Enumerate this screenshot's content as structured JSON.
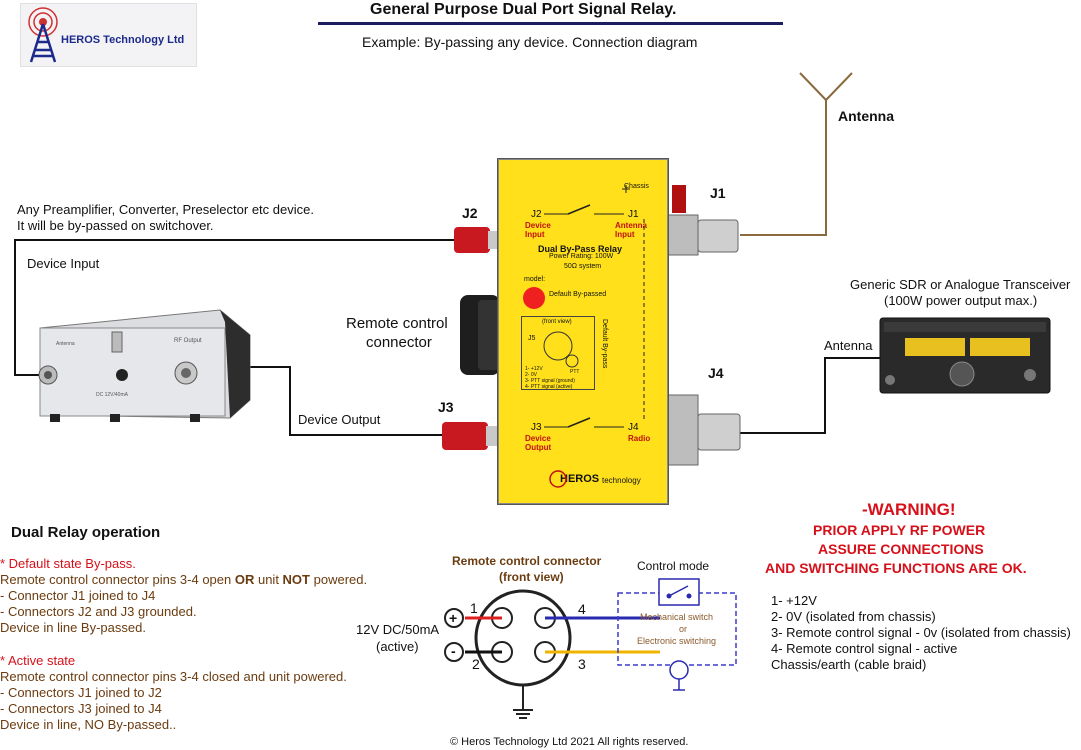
{
  "header": {
    "title": "General Purpose Dual Port Signal Relay.",
    "subtitle": "Example: By-passing any device. Connection diagram",
    "logo_text": "HEROS Technology Ltd"
  },
  "left": {
    "device_desc_line1": "Any Preamplifier, Converter, Preselector etc device.",
    "device_desc_line2": "It will be by-passed on switchover.",
    "device_input": "Device Input",
    "device_output": "Device Output",
    "device_labels": {
      "antenna": "Antenna",
      "rf_output": "RF Output",
      "dc": "DC 12V/40mA"
    }
  },
  "connectors": {
    "j1": "J1",
    "j2": "J2",
    "j3": "J3",
    "j4": "J4"
  },
  "antenna_label": "Antenna",
  "remote_label_line1": "Remote control",
  "remote_label_line2": "connector",
  "transceiver": {
    "line1": "Generic SDR or Analogue Transceiver",
    "line2": "(100W power output max.)",
    "antenna": "Antenna"
  },
  "relay_box": {
    "chassis": "Chassis",
    "j2": "J2",
    "j1": "J1",
    "j3": "J3",
    "j4": "J4",
    "device_input_l1": "Device",
    "device_input_l2": "Input",
    "antenna_input_l1": "Antenna",
    "antenna_input_l2": "Input",
    "title": "Dual By-Pass Relay",
    "power": "Power Rating: 100W",
    "system": "50Ω system",
    "model": "model:",
    "default_bypassed": "Default  By-passed",
    "front_view": "(front view)",
    "j5": "J5",
    "ptt": "PTT",
    "pin_list": [
      "1- +12V",
      "2- 0V",
      "3- PTT signal (ground)",
      "4- PTT signal (active)"
    ],
    "default_bypass_vertical": "Default By-pass",
    "device_output_l1": "Device",
    "device_output_l2": "Output",
    "radio": "Radio",
    "brand": "HEROS",
    "brand_suffix": "technology"
  },
  "operation": {
    "heading": "Dual Relay operation",
    "default_title": "* Default state By-pass.",
    "default_line1_a": "Remote control connector pins 3-4 open ",
    "default_line1_or": "OR",
    "default_line1_b": " unit ",
    "default_line1_not": "NOT",
    "default_line1_c": " powered.",
    "default_line2": "- Connector J1 joined to J4",
    "default_line3": "- Connectors J2 and J3 grounded.",
    "default_line4": "Device in line By-passed.",
    "active_title": "* Active state",
    "active_line1": "Remote control connector pins 3-4 closed and unit powered.",
    "active_line2": "- Connectors J1 joined to J2",
    "active_line3": "- Connectors J3 joined to J4",
    "active_line4": "Device in line, NO By-passed.."
  },
  "pinout": {
    "title_line1": "Remote control connector",
    "title_line2": "(front view)",
    "pin1": "1",
    "pin2": "2",
    "pin3": "3",
    "pin4": "4",
    "plus": "+",
    "minus": "-",
    "supply_line1": "12V DC/50mA",
    "supply_line2": "(active)",
    "control_mode": "Control mode",
    "mech_switch": "Mechanical switch",
    "or": "or",
    "elec_switch": "Electronic switching"
  },
  "warning": {
    "line1": "-WARNING!",
    "line2": "PRIOR APPLY RF POWER",
    "line3": "ASSURE CONNECTIONS",
    "line4": "AND SWITCHING FUNCTIONS ARE OK."
  },
  "pin_legend": [
    "1- +12V",
    "2- 0V (isolated from chassis)",
    "3- Remote control signal - 0v (isolated from chassis)",
    "4- Remote control signal - active",
    "Chassis/earth (cable braid)"
  ],
  "footer": "© Heros Technology Ltd 2021 All rights reserved.",
  "colors": {
    "accent_red": "#d6101a",
    "relay_yellow": "#ffe01b",
    "wire_brown": "#8b6a3e",
    "pin_red": "#e02020",
    "pin_blue": "#2a2ab0",
    "pin_yellow": "#f0b400",
    "dashed_blue": "#3a3ad0"
  }
}
